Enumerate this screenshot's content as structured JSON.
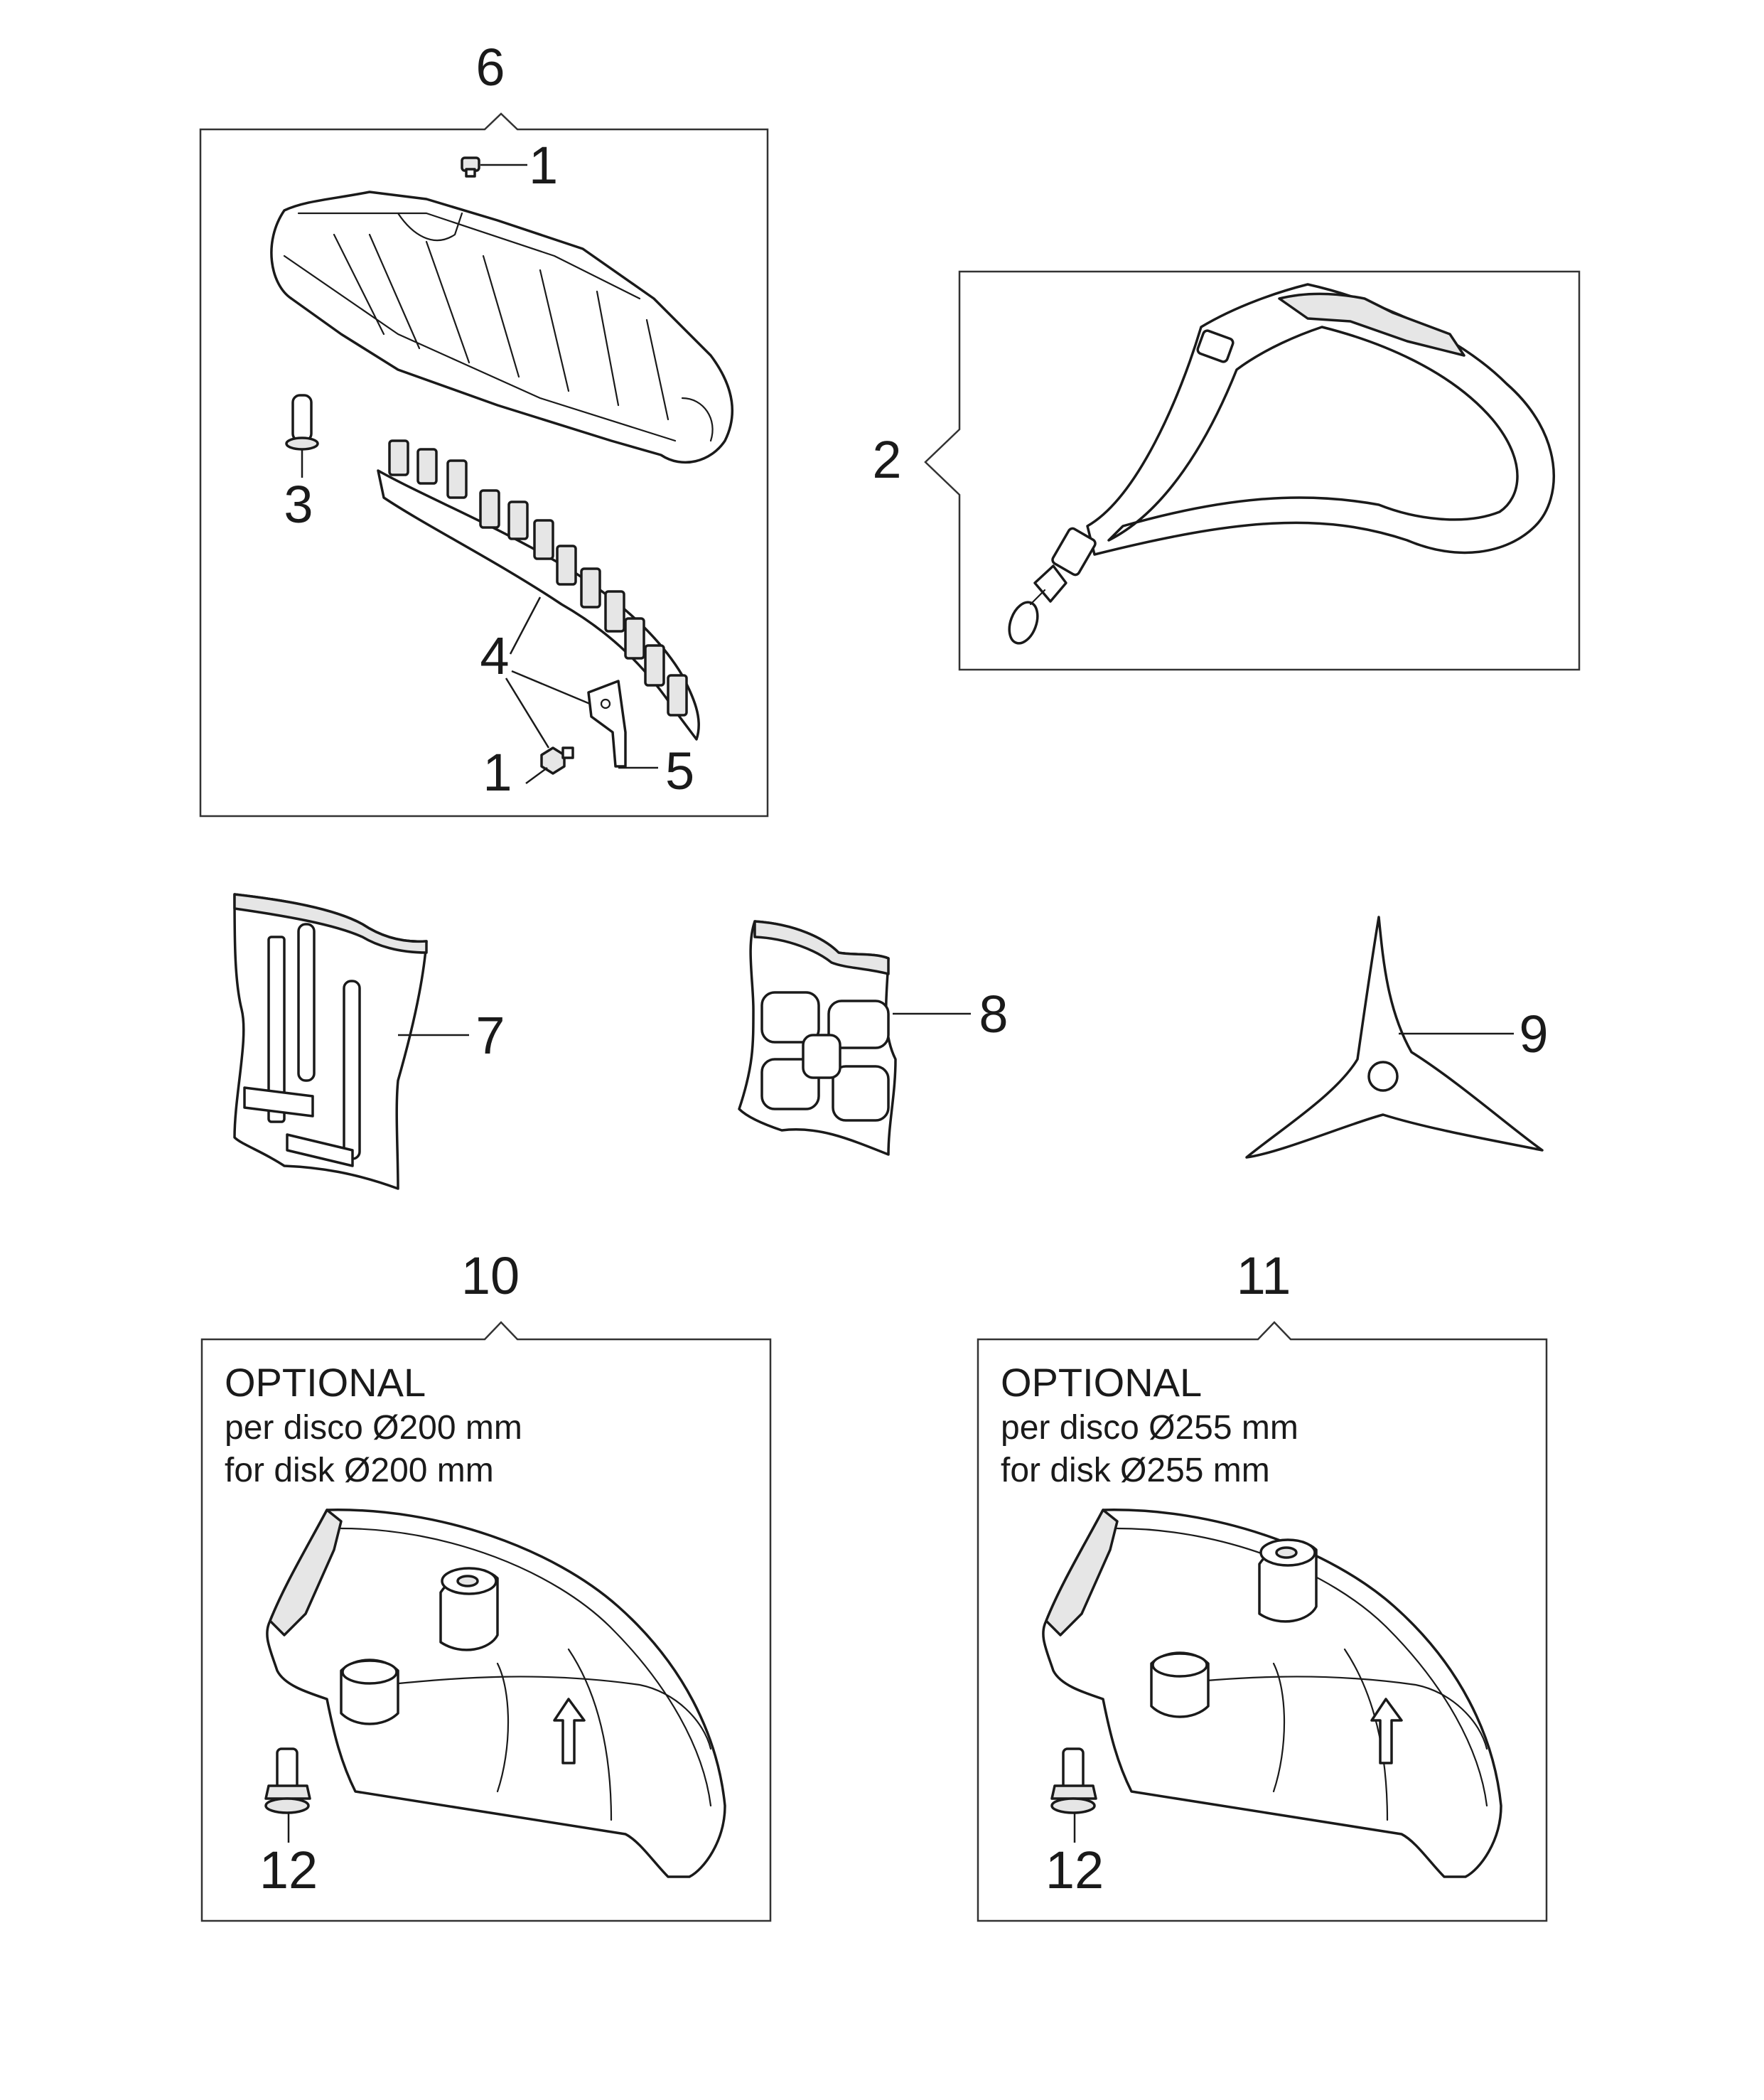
{
  "callouts": {
    "c6": "6",
    "c1_top": "1",
    "c3": "3",
    "c4": "4",
    "c1_bottom": "1",
    "c5": "5",
    "c2": "2",
    "c7": "7",
    "c8": "8",
    "c9": "9",
    "c10": "10",
    "c11": "11",
    "c12_left": "12",
    "c12_right": "12"
  },
  "optional_200": {
    "title": "OPTIONAL",
    "line_it": "per disco Ø200 mm",
    "line_en": "for disk Ø200 mm"
  },
  "optional_255": {
    "title": "OPTIONAL",
    "line_it": "per disco Ø255 mm",
    "line_en": "for disk Ø255 mm"
  },
  "colors": {
    "line": "#1a1a1a",
    "shade": "#e6e6e6",
    "background": "#ffffff"
  }
}
